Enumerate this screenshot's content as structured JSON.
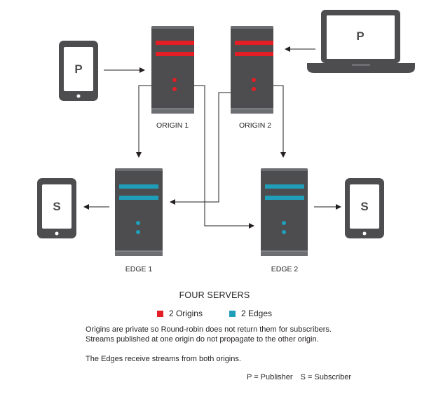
{
  "colors": {
    "origin_accent": "#e31e24",
    "edge_accent": "#1f9eb9",
    "server_body": "#4d4d4f",
    "device_body": "#4d4d4f",
    "arrow": "#231f20"
  },
  "nodes": {
    "origin1": {
      "label": "ORIGIN 1"
    },
    "origin2": {
      "label": "ORIGIN 2"
    },
    "edge1": {
      "label": "EDGE 1"
    },
    "edge2": {
      "label": "EDGE 2"
    },
    "publisher_tablet": {
      "letter": "P",
      "icon": "tablet-icon"
    },
    "publisher_laptop": {
      "letter": "P",
      "icon": "laptop-icon"
    },
    "subscriber_tablet_left": {
      "letter": "S",
      "icon": "tablet-icon"
    },
    "subscriber_tablet_right": {
      "letter": "S",
      "icon": "tablet-icon"
    }
  },
  "connections": [
    {
      "from": "publisher_tablet",
      "to": "origin1"
    },
    {
      "from": "publisher_laptop",
      "to": "origin2"
    },
    {
      "from": "origin1",
      "to": "edge1"
    },
    {
      "from": "origin1",
      "to": "edge2"
    },
    {
      "from": "origin2",
      "to": "edge1"
    },
    {
      "from": "origin2",
      "to": "edge2"
    },
    {
      "from": "edge1",
      "to": "subscriber_tablet_left"
    },
    {
      "from": "edge2",
      "to": "subscriber_tablet_right"
    }
  ],
  "title": "FOUR SERVERS",
  "legend": [
    {
      "label": "2 Origins",
      "color": "#e31e24"
    },
    {
      "label": "2 Edges",
      "color": "#1f9eb9"
    }
  ],
  "notes": {
    "line1": "Origins are private so Round-robin does not return them for subscribers.",
    "line2": "Streams published at one origin do not propagate to the other origin.",
    "line3": "The Edges receive streams from both origins."
  },
  "key": {
    "publisher": "P = Publisher",
    "subscriber": "S = Subscriber"
  }
}
